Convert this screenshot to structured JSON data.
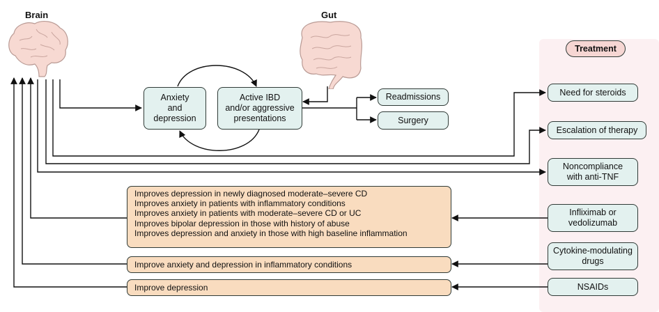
{
  "diagram": {
    "brain_label": "Brain",
    "gut_label": "Gut",
    "treatment_label": "Treatment",
    "cycle": {
      "anxiety": "Anxiety\nand\ndepression",
      "ibd": "Active IBD\nand/or aggressive\npresentations"
    },
    "outcomes": {
      "readmissions": "Readmissions",
      "surgery": "Surgery"
    },
    "treatments": {
      "steroids": "Need for steroids",
      "escalation": "Escalation of therapy",
      "noncompliance": "Noncompliance\nwith anti-TNF",
      "infliximab": "Infliximab or\nvedolizumab",
      "cytokine": "Cytokine-modulating\ndrugs",
      "nsaids": "NSAIDs"
    },
    "effects": {
      "infliximab_effects": [
        "Improves depression in newly diagnosed moderate–severe CD",
        "Improves anxiety in patients with inflammatory conditions",
        "Improves anxiety in patients with moderate–severe CD or UC",
        "Improves bipolar depression in those with history of abuse",
        "Improves depression and anxiety in those with high baseline inflammation"
      ],
      "cytokine_effect": "Improve anxiety and depression in inflammatory conditions",
      "nsaids_effect": "Improve depression"
    },
    "colors": {
      "teal_box": "#e3f1ef",
      "orange_box": "#f9dcbf",
      "treatment_panel": "#fcf0f2",
      "organ_fill": "#f7d9d2",
      "line": "#111111"
    }
  }
}
